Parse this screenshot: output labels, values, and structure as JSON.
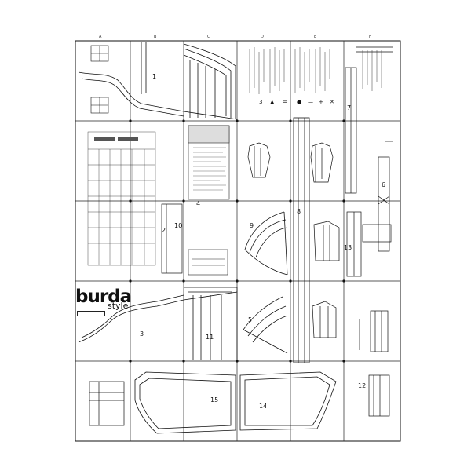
{
  "brand": {
    "name": "burda",
    "sub": "style"
  },
  "sheet": {
    "columns": 6,
    "rows": 5,
    "column_labels": [
      "A",
      "B",
      "C",
      "D",
      "E",
      "F"
    ],
    "line_color": "#111111",
    "paper_color": "#ffffff"
  },
  "pieces": [
    {
      "id": "piece-1",
      "number": "1"
    },
    {
      "id": "piece-2",
      "number": "2"
    },
    {
      "id": "piece-3",
      "number": "3"
    },
    {
      "id": "piece-4",
      "number": "4"
    },
    {
      "id": "piece-5",
      "number": "5"
    },
    {
      "id": "piece-6",
      "number": "6"
    },
    {
      "id": "piece-7",
      "number": "7"
    },
    {
      "id": "piece-8",
      "number": "8"
    },
    {
      "id": "piece-9",
      "number": "9"
    },
    {
      "id": "piece-10",
      "number": "10"
    },
    {
      "id": "piece-11",
      "number": "11"
    },
    {
      "id": "piece-12",
      "number": "12"
    },
    {
      "id": "piece-13",
      "number": "13"
    },
    {
      "id": "piece-14",
      "number": "14"
    },
    {
      "id": "piece-15",
      "number": "15"
    }
  ]
}
